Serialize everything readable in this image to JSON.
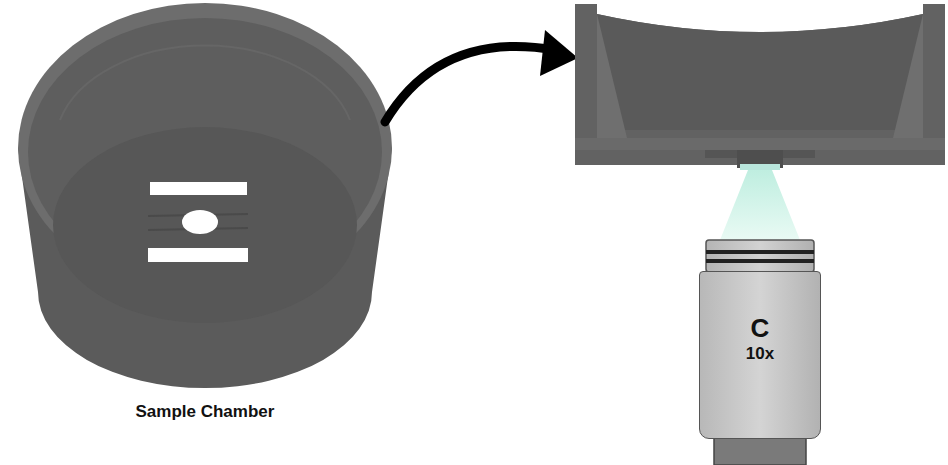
{
  "diagram": {
    "nodes": [
      {
        "text": [
          "C",
          "10x"
        ]
      }
    ],
    "labels": [
      "Sample Chamber"
    ]
  }
}
